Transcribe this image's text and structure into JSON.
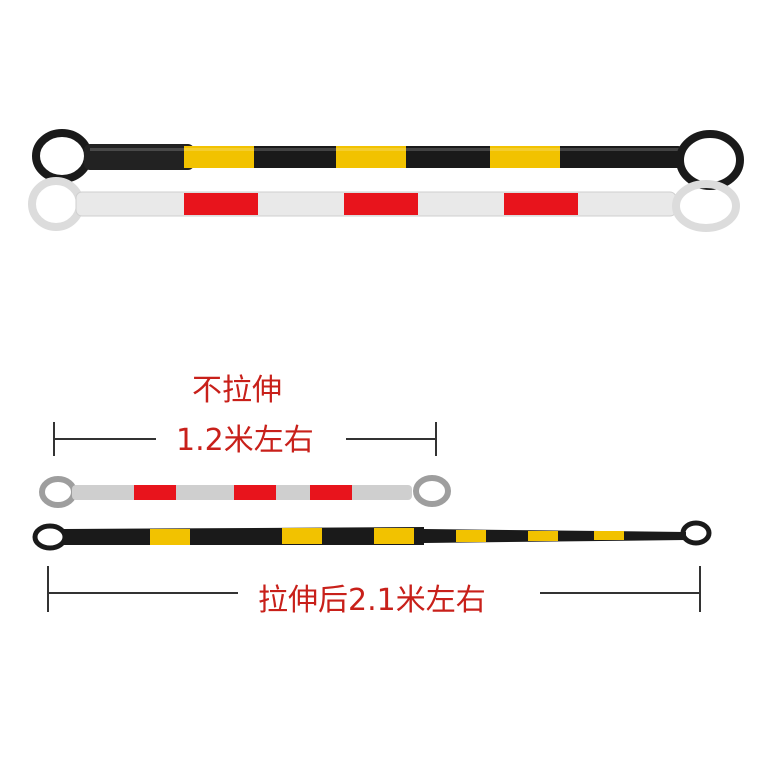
{
  "annotations": {
    "unextended": "不拉伸",
    "short_length": "1.2米左右",
    "extended_length": "拉伸后2.1米左右"
  },
  "colors": {
    "black": "#1a1a1a",
    "yellow": "#f2c200",
    "white_pole": "#e9e9e9",
    "grey_pole": "#bdbdbd",
    "red": "#e8141c",
    "label_red": "#c8201a",
    "dimension_line": "#333333"
  }
}
